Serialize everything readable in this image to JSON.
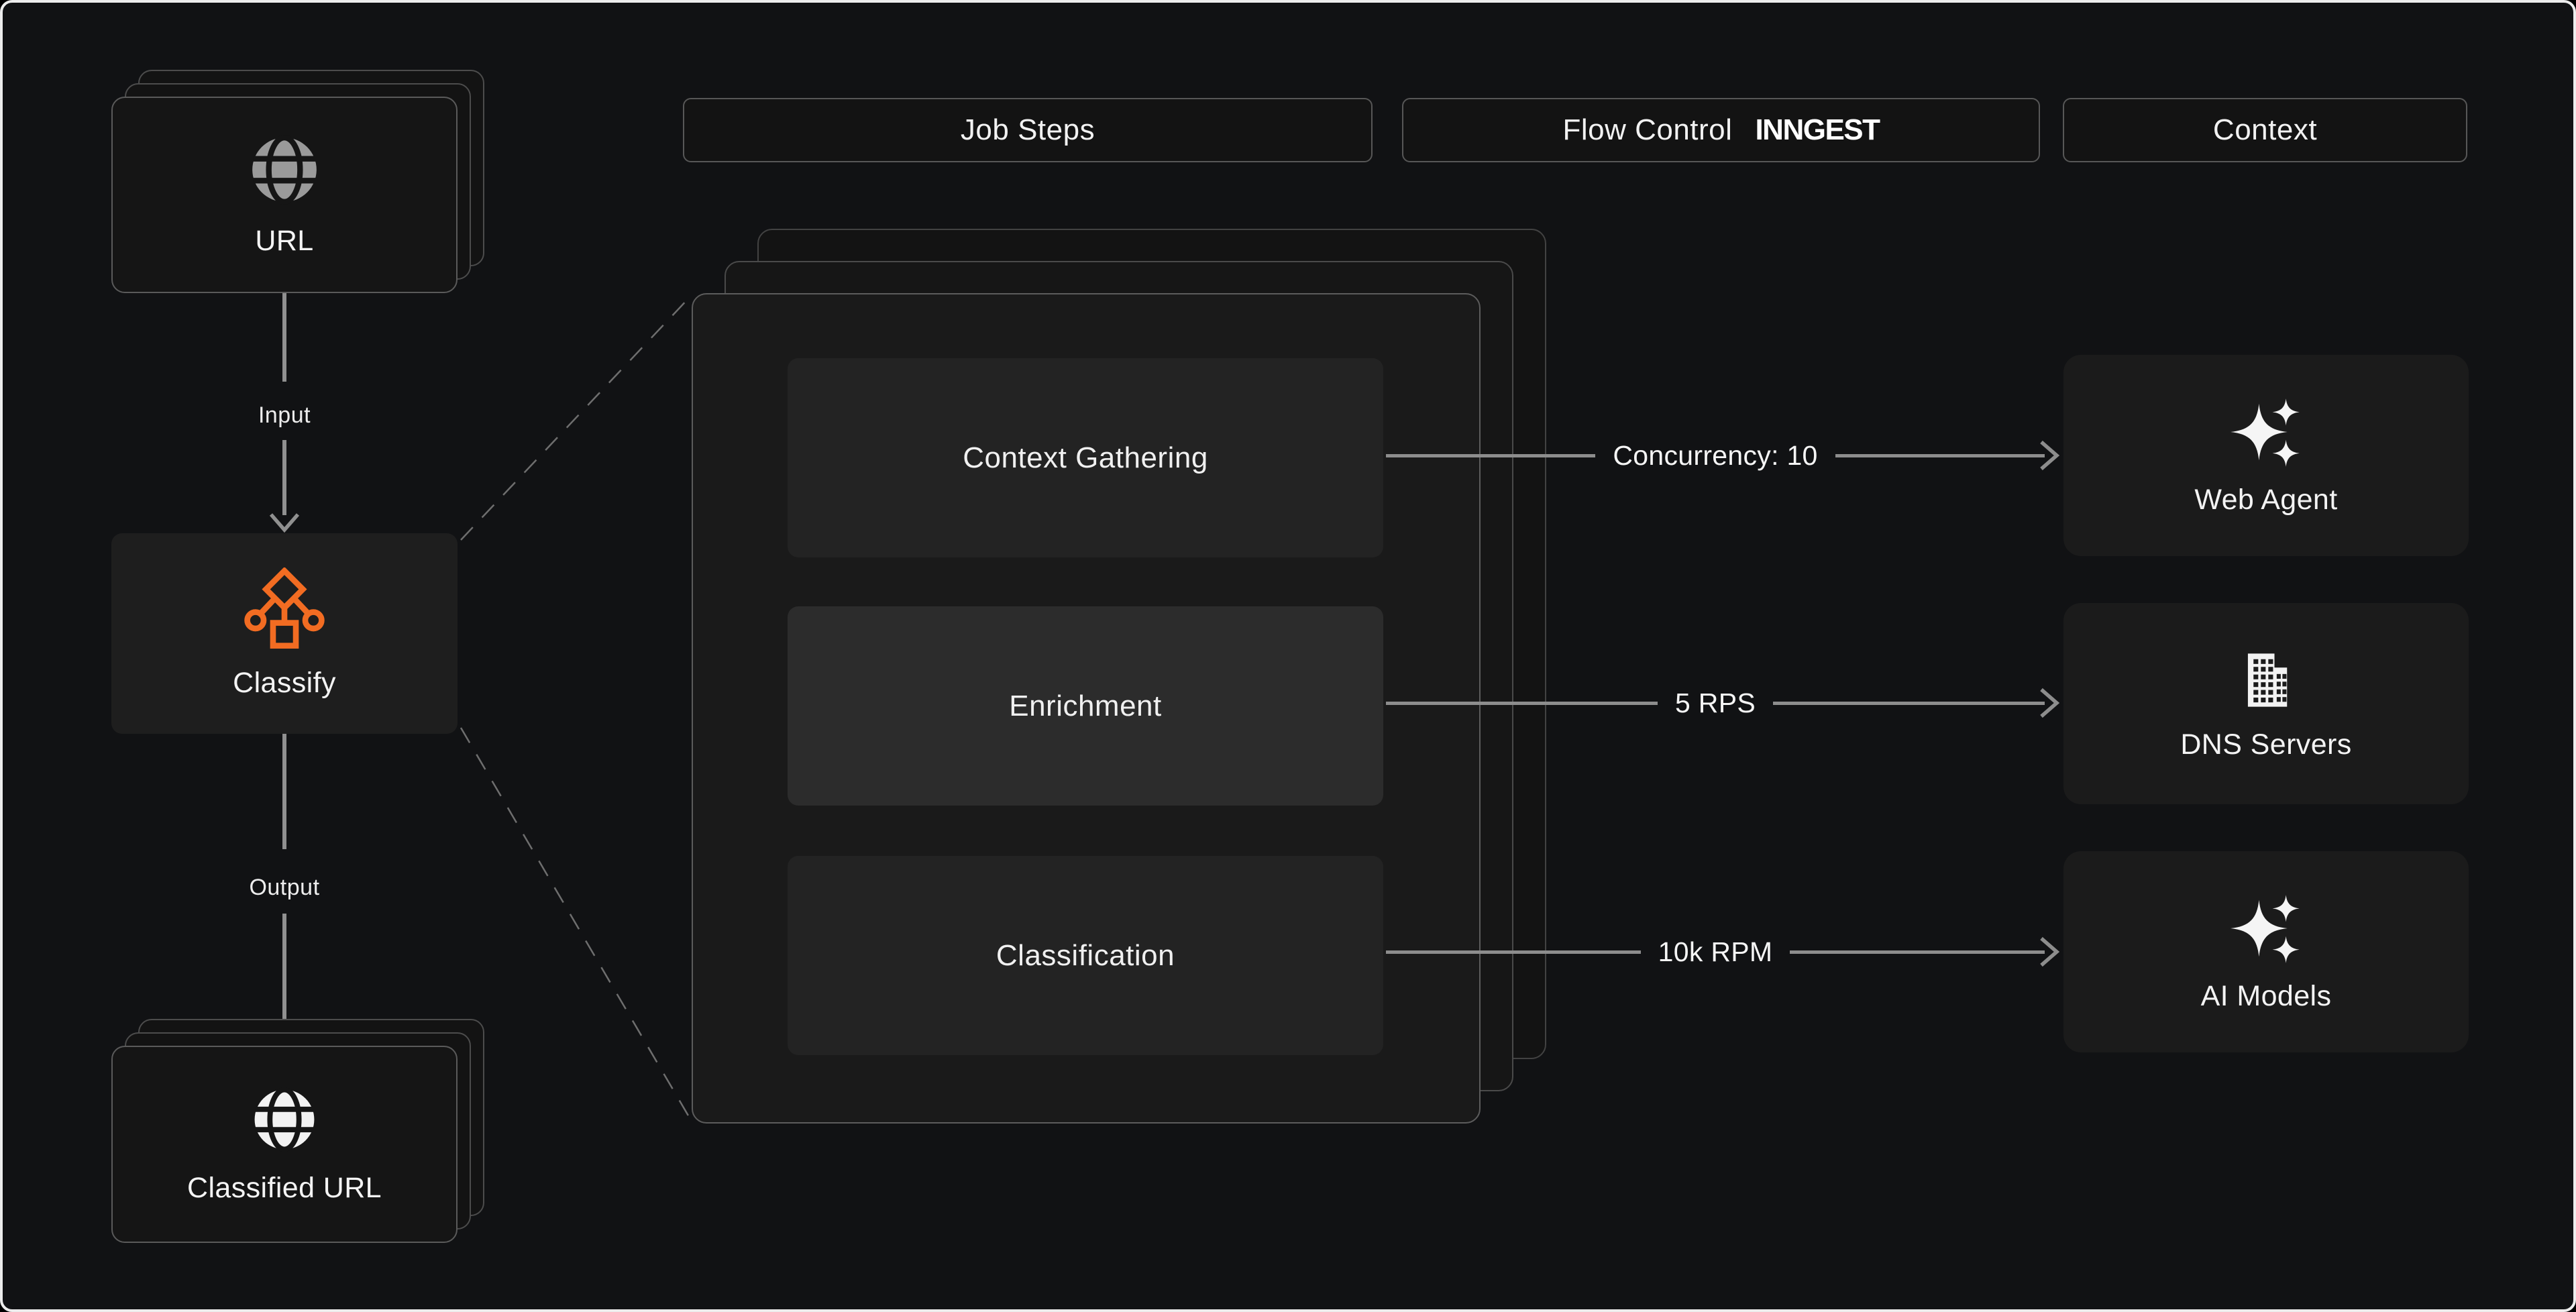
{
  "colors": {
    "background": "#111214",
    "frame_border": "#ECECEC",
    "accent_orange": "#F26C22",
    "arrow_gray": "#909090",
    "dashed_gray": "#6E6E6E",
    "card_border_gray": "#5A5A5A",
    "panel_fill": "#1A1A1A",
    "step_fill": "#232323",
    "step_highlight_fill": "#2C2C2C",
    "context_card_fill": "#1B1B1B",
    "text": "#F4F4F4"
  },
  "left_flow": {
    "url_card": {
      "label": "URL",
      "icon": "globe-icon"
    },
    "input_label": "Input",
    "classify_card": {
      "label": "Classify",
      "icon": "decision-tree-icon"
    },
    "output_label": "Output",
    "classified_card": {
      "label": "Classified URL",
      "icon": "globe-icon"
    }
  },
  "headers": {
    "job_steps": "Job Steps",
    "flow_control": "Flow Control",
    "flow_control_logo": "INNGEST",
    "context": "Context"
  },
  "steps": [
    {
      "label": "Context Gathering",
      "highlighted": false
    },
    {
      "label": "Enrichment",
      "highlighted": true
    },
    {
      "label": "Classification",
      "highlighted": false
    }
  ],
  "flow_arrows": [
    {
      "label": "Concurrency: 10"
    },
    {
      "label": "5 RPS"
    },
    {
      "label": "10k RPM"
    }
  ],
  "context_cards": [
    {
      "label": "Web Agent",
      "icon": "sparkles-icon"
    },
    {
      "label": "DNS Servers",
      "icon": "building-icon"
    },
    {
      "label": "AI Models",
      "icon": "sparkles-icon"
    }
  ]
}
